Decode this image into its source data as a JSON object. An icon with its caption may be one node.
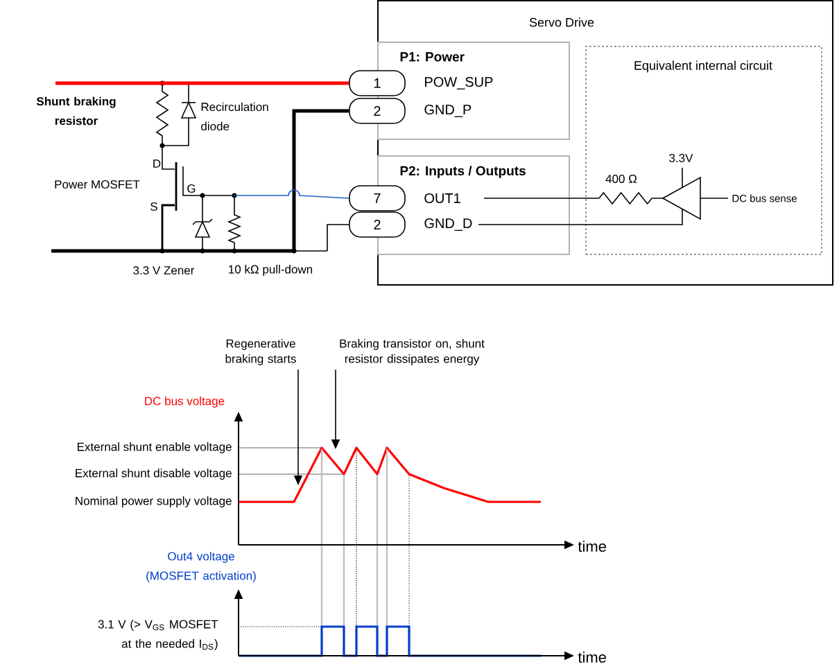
{
  "diagram": {
    "nodes": [
      {
        "text": [
          "Servo Drive"
        ]
      },
      {
        "text": [
          "P1: Power"
        ],
        "in": 0
      },
      {
        "text": [
          "1"
        ]
      },
      {
        "text": [
          "2"
        ]
      },
      {
        "text": [
          "P2: Inputs / Outputs"
        ],
        "in": 0
      },
      {
        "text": [
          "7"
        ]
      },
      {
        "text": [
          "2"
        ]
      },
      {
        "text": [
          "Equivalent internal circuit"
        ],
        "in": 0
      },
      {
        "text": [
          "Regenerative braking starts"
        ]
      },
      {
        "text": [
          "Braking transistor on, shunt resistor dissipates energy"
        ]
      },
      {
        "text": [],
        "shape": "picture"
      },
      {
        "text": [],
        "shape": "curve"
      }
    ],
    "edges": [
      {
        "from": 10,
        "to": 2,
        "arrow": "none",
        "style": "thick",
        "color": "#ff0000"
      },
      {
        "from": 10,
        "to": 3,
        "arrow": "none",
        "style": "thick"
      },
      {
        "from": 10,
        "to": 5,
        "arrow": "none",
        "color": "#1f5fc8"
      },
      {
        "from": 10,
        "to": 6,
        "arrow": "none"
      },
      {
        "from": 8,
        "to": 11,
        "arrow": "to"
      },
      {
        "from": 9,
        "to": 11,
        "arrow": "to"
      },
      {
        "from": 4,
        "to": 7,
        "arrow": "none"
      },
      {
        "from": 4,
        "to": 7,
        "arrow": "none"
      }
    ],
    "labels": [
      "Shunt braking resistor",
      "Recirculation diode",
      "D",
      "Power MOSFET",
      "G",
      "S",
      "3.3 V Zener",
      "10 kΩ pull-down",
      "POW_SUP",
      "GND_P",
      "OUT1",
      "GND_D",
      "400 Ω",
      "3.3V",
      "DC bus sense",
      "DC bus voltage",
      "External shunt enable voltage",
      "External shunt disable voltage",
      "Nominal power supply voltage",
      "time",
      "Out4 voltage (MOSFET activation)",
      "3.1 V (> V$_{GS}$ MOSFET at the needed I$_{DS}$)",
      "time"
    ]
  }
}
